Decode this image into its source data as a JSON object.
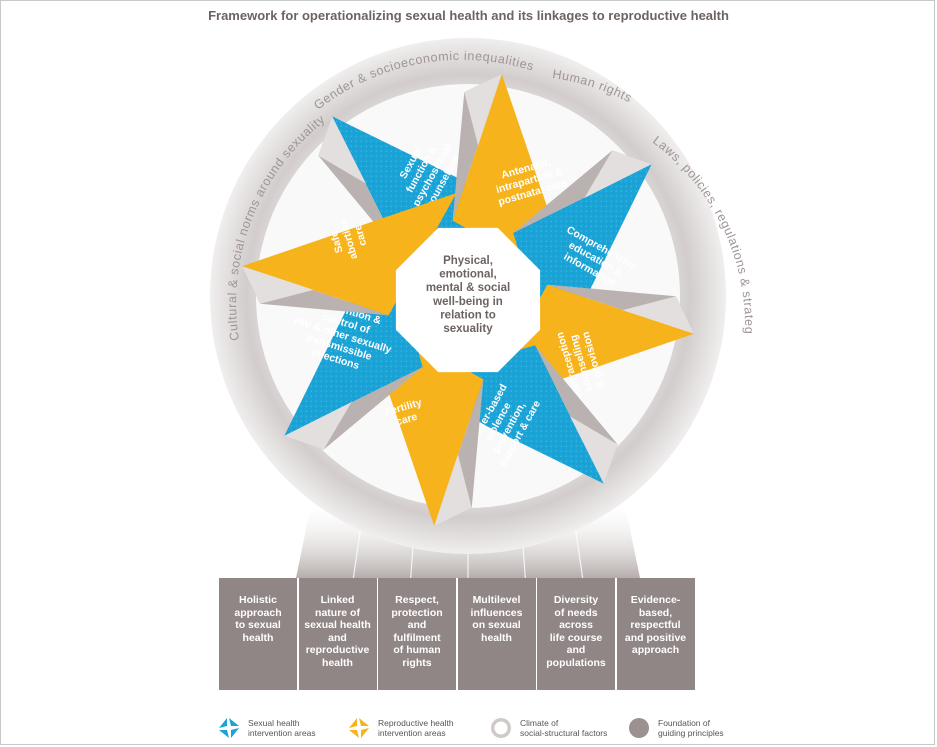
{
  "title": "Framework for operationalizing sexual health and its linkages to reproductive health",
  "colors": {
    "blue": "#1aa3d6",
    "yellow": "#f6b31b",
    "gray_dark": "#8f8685",
    "gray_mid": "#b7b0ae",
    "gray_light": "#e7e4e3",
    "ring_text": "#9e9593"
  },
  "center_text": [
    "Physical,",
    "emotional,",
    "mental & social",
    "well-being in",
    "relation to",
    "sexuality"
  ],
  "blades": [
    {
      "color": "blue",
      "lines": [
        "Sexual",
        "function &",
        "psychosexual",
        "counselling"
      ]
    },
    {
      "color": "yellow",
      "lines": [
        "Antenatal,",
        "intrapartum &",
        "postnatal care"
      ]
    },
    {
      "color": "blue",
      "lines": [
        "Comprehensive",
        "education &",
        "information"
      ]
    },
    {
      "color": "yellow",
      "lines": [
        "Contraception",
        "counselling",
        "& provision"
      ]
    },
    {
      "color": "blue",
      "lines": [
        "Gender-based",
        "violence",
        "prevention,",
        "support & care"
      ]
    },
    {
      "color": "yellow",
      "lines": [
        "Fertility",
        "care"
      ]
    },
    {
      "color": "blue",
      "lines": [
        "Prevention &",
        "control of",
        "HIV & other sexually",
        "transmissible",
        "infections"
      ]
    },
    {
      "color": "yellow",
      "lines": [
        "Safe",
        "abortion",
        "care"
      ]
    }
  ],
  "ring_labels": {
    "left": "Cultural & social norms around sexuality",
    "top_left": "Gender & socioeconomic inequalities",
    "top_right": "Human rights",
    "right": "Laws, policies, regulations & strategies"
  },
  "pillars": [
    "Holistic\napproach\nto sexual\nhealth",
    "Linked\nnature of\nsexual health\nand\nreproductive\nhealth",
    "Respect,\nprotection\nand\nfulfilment\nof human\nrights",
    "Multilevel\ninfluences\non sexual\nhealth",
    "Diversity\nof needs\nacross\nlife course\nand\npopulations",
    "Evidence-\nbased,\nrespectful\nand positive\napproach"
  ],
  "legend": [
    {
      "icon": "blue-pinwheel-icon",
      "label": "Sexual health\nintervention areas"
    },
    {
      "icon": "yellow-pinwheel-icon",
      "label": "Reproductive health\nintervention areas"
    },
    {
      "icon": "gray-ring-icon",
      "label": "Climate of\nsocial-structural factors"
    },
    {
      "icon": "gray-disc-icon",
      "label": "Foundation of\nguiding principles"
    }
  ]
}
